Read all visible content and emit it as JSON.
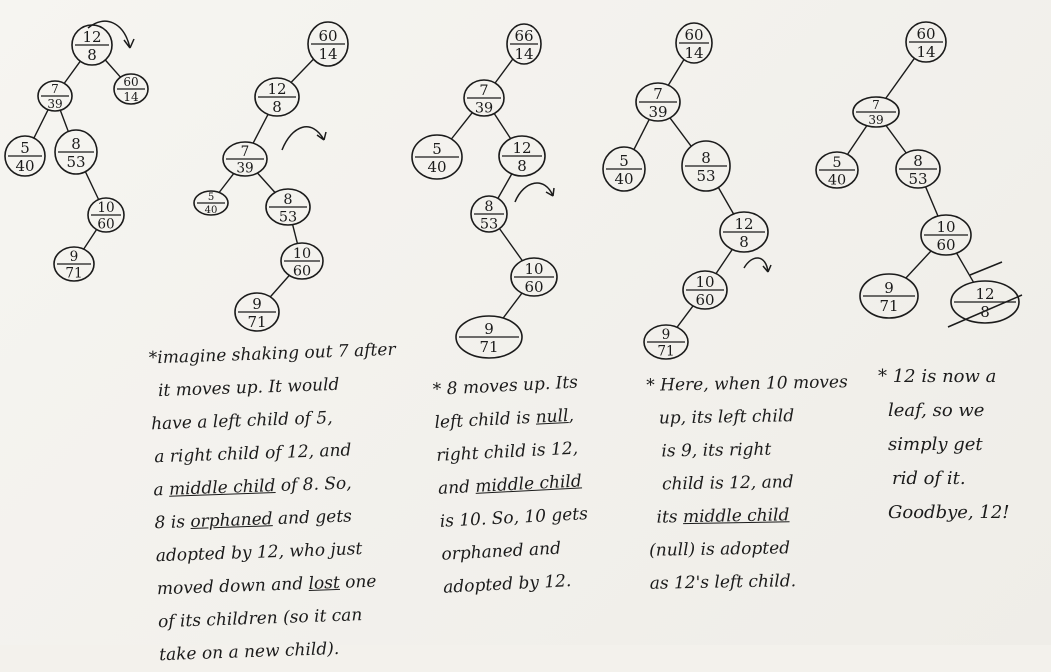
{
  "diagrams": [
    {
      "id": "step1",
      "nodes": [
        {
          "key": "n12",
          "top": "12",
          "bottom": "8"
        },
        {
          "key": "n7",
          "top": "7",
          "bottom": "39"
        },
        {
          "key": "n60",
          "top": "60",
          "bottom": "14"
        },
        {
          "key": "n5",
          "top": "5",
          "bottom": "40"
        },
        {
          "key": "n8",
          "top": "8",
          "bottom": "53"
        },
        {
          "key": "n10",
          "top": "10",
          "bottom": "60"
        },
        {
          "key": "n9",
          "top": "9",
          "bottom": "71"
        }
      ]
    },
    {
      "id": "step2",
      "nodes": [
        {
          "key": "n60",
          "top": "60",
          "bottom": "14"
        },
        {
          "key": "n12",
          "top": "12",
          "bottom": "8"
        },
        {
          "key": "n7",
          "top": "7",
          "bottom": "39"
        },
        {
          "key": "n5",
          "top": "5",
          "bottom": "40"
        },
        {
          "key": "n8",
          "top": "8",
          "bottom": "53"
        },
        {
          "key": "n10",
          "top": "10",
          "bottom": "60"
        },
        {
          "key": "n9",
          "top": "9",
          "bottom": "71"
        }
      ]
    },
    {
      "id": "step3",
      "nodes": [
        {
          "key": "n60",
          "top": "66",
          "bottom": "14"
        },
        {
          "key": "n7",
          "top": "7",
          "bottom": "39"
        },
        {
          "key": "n5",
          "top": "5",
          "bottom": "40"
        },
        {
          "key": "n12",
          "top": "12",
          "bottom": "8"
        },
        {
          "key": "n8",
          "top": "8",
          "bottom": "53"
        },
        {
          "key": "n10",
          "top": "10",
          "bottom": "60"
        },
        {
          "key": "n9",
          "top": "9",
          "bottom": "71"
        }
      ]
    },
    {
      "id": "step4",
      "nodes": [
        {
          "key": "n60",
          "top": "60",
          "bottom": "14"
        },
        {
          "key": "n7",
          "top": "7",
          "bottom": "39"
        },
        {
          "key": "n5",
          "top": "5",
          "bottom": "40"
        },
        {
          "key": "n8",
          "top": "8",
          "bottom": "53"
        },
        {
          "key": "n12",
          "top": "12",
          "bottom": "8"
        },
        {
          "key": "n10",
          "top": "10",
          "bottom": "60"
        },
        {
          "key": "n9",
          "top": "9",
          "bottom": "71"
        }
      ]
    },
    {
      "id": "step5",
      "nodes": [
        {
          "key": "n60",
          "top": "60",
          "bottom": "14"
        },
        {
          "key": "n7",
          "top": "7",
          "bottom": "39"
        },
        {
          "key": "n5",
          "top": "5",
          "bottom": "40"
        },
        {
          "key": "n8",
          "top": "8",
          "bottom": "53"
        },
        {
          "key": "n10",
          "top": "10",
          "bottom": "60"
        },
        {
          "key": "n9",
          "top": "9",
          "bottom": "71"
        },
        {
          "key": "n12",
          "top": "12",
          "bottom": "8"
        }
      ]
    }
  ],
  "notes": {
    "note1": {
      "l1": "*imagine shaking out 7 after",
      "l2": "it moves up. It would",
      "l3": "have a left child of 5,",
      "l4": "a right child of 12, and",
      "l5a": "a ",
      "l5b": "middle child",
      "l5c": " of 8. So,",
      "l6a": "8 is ",
      "l6b": "orphaned",
      "l6c": " and gets",
      "l7": "adopted by 12, who just",
      "l8a": "moved down and ",
      "l8b": "lost",
      "l8c": " one",
      "l9": "of its children (so it can",
      "l10": "take on a new child)."
    },
    "note2": {
      "l1": "* 8 moves up. Its",
      "l2a": "left child is ",
      "l2b": "null",
      "l2c": ",",
      "l3": "right child is 12,",
      "l4a": "and ",
      "l4b": "middle child",
      "l5": "is 10. So, 10 gets",
      "l6": "orphaned and",
      "l7": "adopted by 12."
    },
    "note3": {
      "l1": "* Here, when 10 moves",
      "l2": "up, its left child",
      "l3": "is 9, its right",
      "l4": "child is 12, and",
      "l5a": "its ",
      "l5b": "middle child",
      "l6": "(null) is adopted",
      "l7": "as 12's left child."
    },
    "note4": {
      "l1": "* 12 is now a",
      "l2": "leaf, so we",
      "l3": "simply get",
      "l4": "rid of it.",
      "l5": "Goodbye, 12!"
    }
  }
}
